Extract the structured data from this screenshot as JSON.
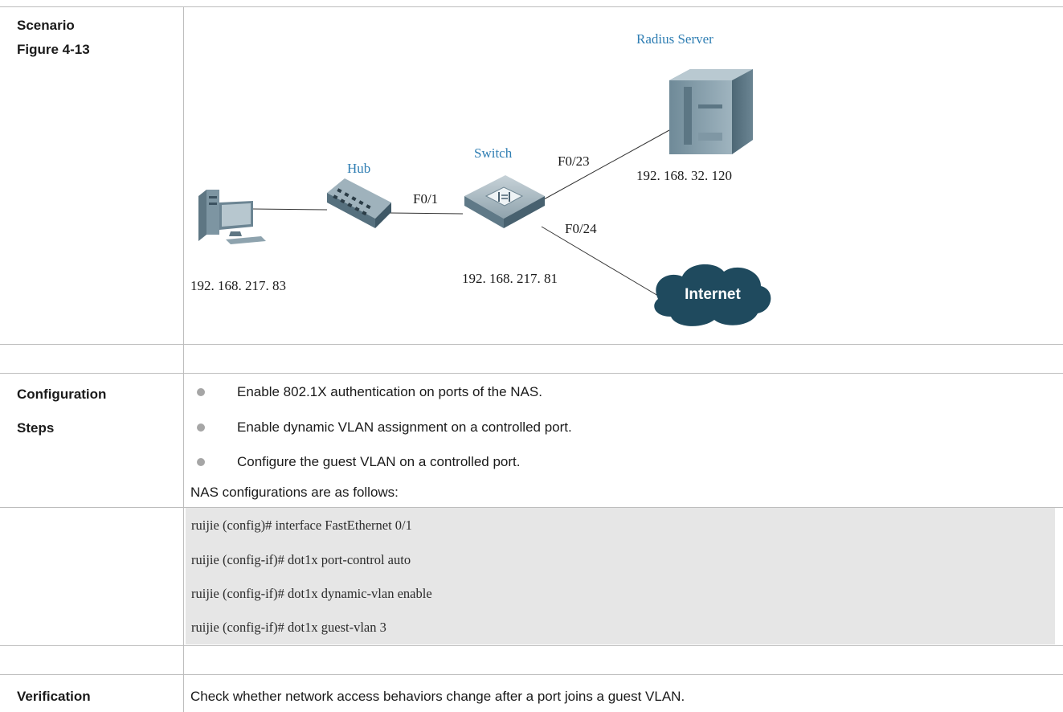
{
  "table": {
    "rows": {
      "scenario": {
        "label_line1": "Scenario",
        "label_line2": "Figure 4-13"
      },
      "configuration": {
        "label_line1": "Configuration",
        "label_line2": "Steps",
        "bullets": [
          "Enable 802.1X authentication on ports of the NAS.",
          "Enable dynamic VLAN assignment on a controlled port.",
          "Configure the guest VLAN on a controlled port."
        ],
        "note": "NAS configurations are as follows:"
      },
      "code": {
        "lines": [
          "ruijie (config)# interface FastEthernet 0/1",
          "ruijie (config-if)# dot1x port-control auto",
          "ruijie (config-if)# dot1x dynamic-vlan enable",
          "ruijie (config-if)# dot1x guest-vlan 3"
        ]
      },
      "verification": {
        "label": "Verification",
        "text": "Check whether network access behaviors change after a port joins a guest VLAN."
      }
    }
  },
  "diagram": {
    "radius_server_label": "Radius Server",
    "radius_server_ip": "192. 168. 32. 120",
    "hub_label": "Hub",
    "switch_label": "Switch",
    "switch_ip": "192. 168. 217. 81",
    "pc_ip": "192. 168. 217. 83",
    "port_f0_1": "F0/1",
    "port_f0_23": "F0/23",
    "port_f0_24": "F0/24",
    "internet_label": "Internet",
    "label_color": "#2f7eb3",
    "cloud_color": "#1f4a5e"
  }
}
